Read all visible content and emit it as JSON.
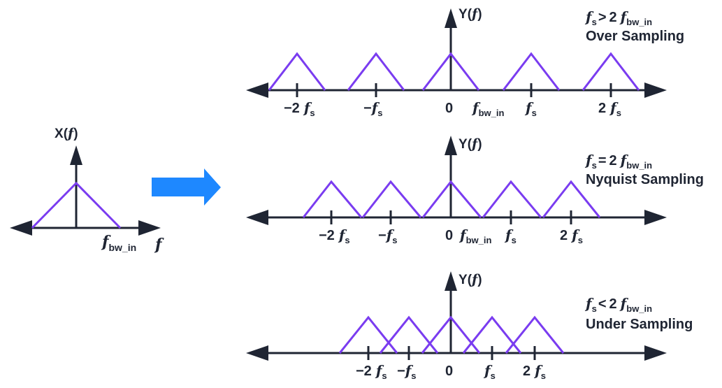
{
  "colors": {
    "spectrum": "#7a3cf0",
    "axis": "#1f2533",
    "arrow": "#1e88ff"
  },
  "input": {
    "ylabel": {
      "name": "X",
      "paren_open": "(",
      "var": "f",
      "paren_close": ")"
    },
    "fbw": {
      "base": "f",
      "sub": "bw_in"
    },
    "xvar": "f"
  },
  "panels": [
    {
      "ylabel": {
        "name": "Y",
        "paren_open": "(",
        "var": "f",
        "paren_close": ")"
      },
      "cond": {
        "fs": "f",
        "fs_sub": "s",
        "op": ">",
        "two": "2",
        "fbw": "f",
        "fbw_sub": "bw_in"
      },
      "title": "Over Sampling",
      "ticks": {
        "m2": "−2",
        "m1": "−",
        "zero": "0",
        "p2": "2",
        "fs": "f",
        "fs_sub": "s",
        "fbw": "f",
        "fbw_sub": "bw_in"
      }
    },
    {
      "ylabel": {
        "name": "Y",
        "paren_open": "(",
        "var": "f",
        "paren_close": ")"
      },
      "cond": {
        "fs": "f",
        "fs_sub": "s",
        "op": "=",
        "two": "2",
        "fbw": "f",
        "fbw_sub": "bw_in"
      },
      "title": "Nyquist Sampling",
      "ticks": {
        "m2": "−2",
        "m1": "−",
        "zero": "0",
        "p2": "2",
        "fs": "f",
        "fs_sub": "s",
        "fbw": "f",
        "fbw_sub": "bw_in"
      }
    },
    {
      "ylabel": {
        "name": "Y",
        "paren_open": "(",
        "var": "f",
        "paren_close": ")"
      },
      "cond": {
        "fs": "f",
        "fs_sub": "s",
        "op": "<",
        "two": "2",
        "fbw": "f",
        "fbw_sub": "bw_in"
      },
      "title": "Under Sampling",
      "ticks": {
        "m2": "−2",
        "m1": "−",
        "zero": "0",
        "p2": "2",
        "fs": "f",
        "fs_sub": "s"
      }
    }
  ]
}
